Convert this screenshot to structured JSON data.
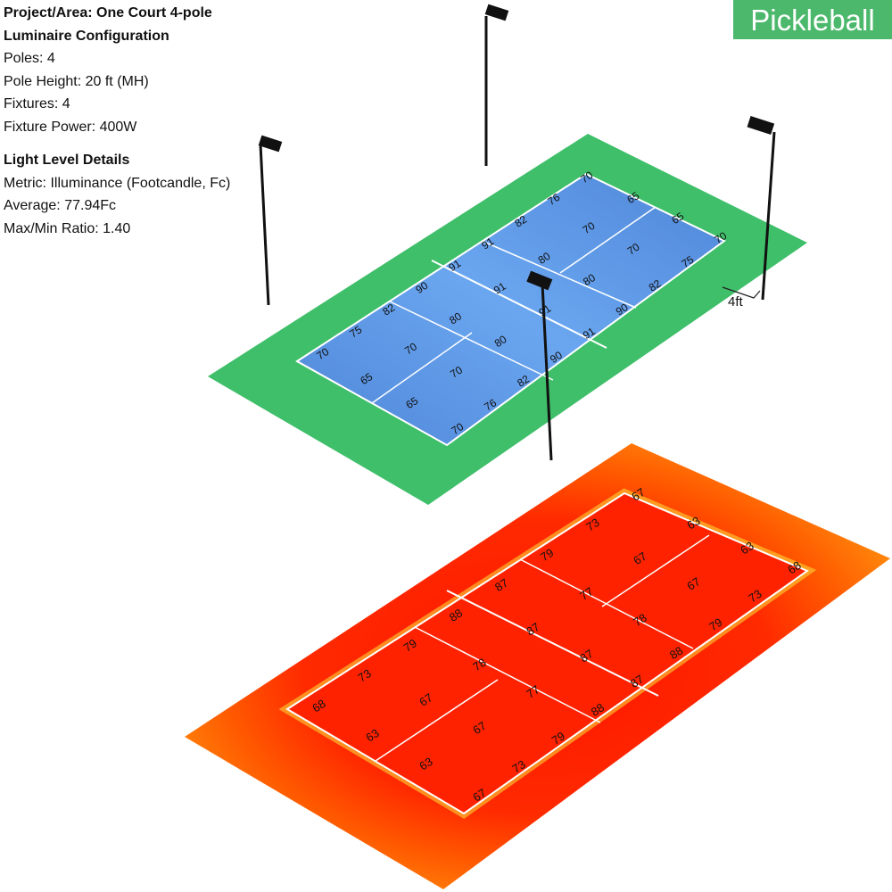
{
  "badge": "Pickleball",
  "info": {
    "project": "Project/Area: One Court 4-pole",
    "config_heading": "Luminaire Configuration",
    "poles": "Poles: 4",
    "pole_height": "Pole Height: 20 ft (MH)",
    "fixtures": "Fixtures: 4",
    "fixture_power": "Fixture Power: 400W",
    "light_heading": "Light Level Details",
    "metric": "Metric: Illuminance (Footcandle, Fc)",
    "average": "Average: 77.94Fc",
    "ratio": "Max/Min Ratio: 1.40"
  },
  "dimension_label": "4ft",
  "colors": {
    "surround": "#3fbf6a",
    "court": "#5a96e6",
    "heat_hot": "#ff1a00",
    "heat_warm": "#ff7a00",
    "heat_edge": "#ffe03a"
  },
  "top_readings": {
    "r1": [
      "70",
      "75",
      "82",
      "90",
      "91",
      "91",
      "82",
      "76",
      "70"
    ],
    "r2": [
      "65",
      "70",
      "80",
      "91",
      "80",
      "70",
      "65"
    ],
    "r3": [
      "65",
      "70",
      "80",
      "91",
      "80",
      "70",
      "65"
    ],
    "r4": [
      "70",
      "76",
      "82",
      "90",
      "91",
      "90",
      "82",
      "75",
      "70"
    ]
  },
  "heat_readings": {
    "r1": [
      "68",
      "73",
      "79",
      "88",
      "87",
      "79",
      "73",
      "67"
    ],
    "r2": [
      "63",
      "67",
      "78",
      "87",
      "77",
      "67",
      "63"
    ],
    "r3": [
      "63",
      "67",
      "77",
      "87",
      "78",
      "67",
      "63"
    ],
    "r4": [
      "67",
      "73",
      "79",
      "88",
      "87",
      "88",
      "79",
      "73",
      "68"
    ]
  }
}
